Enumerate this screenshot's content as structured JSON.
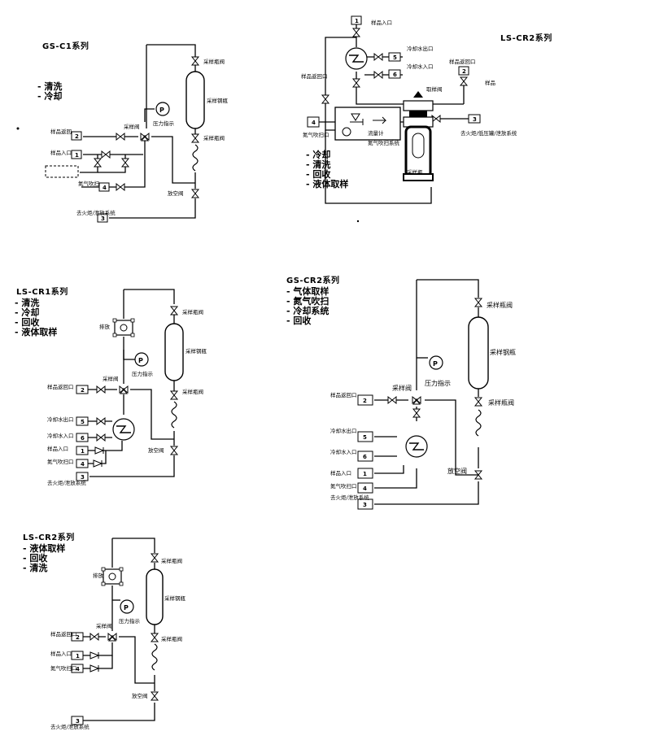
{
  "d1": {
    "title": "GS-C1系列",
    "features": [
      "- 清洗",
      "- 冷却"
    ],
    "labels": {
      "top_valve": "采样瓶阀",
      "vessel": "采样钢瓶",
      "bottom_valve": "采样瓶阀",
      "sampling_valve": "采样阀",
      "pressure": "压力指示",
      "sample_loop": "样品返回",
      "sample_in": "样品入口",
      "nitrogen": "氮气吹扫",
      "vent_valve": "放空阀",
      "flare": "去火炬/泄放系统"
    },
    "boxes": [
      "2",
      "1",
      "4",
      "3"
    ]
  },
  "d2": {
    "title": "LS-CR2系列",
    "features": [
      "- 冷却",
      "- 清洗",
      "- 回收",
      "- 液体取样"
    ],
    "labels": {
      "sample_in_top": "样品入口",
      "cool_out": "冷却水出口",
      "cool_in": "冷却水入口",
      "sample_return": "样品返回口",
      "sample_out_right": "样品返回口",
      "sampling_valve": "取样阀",
      "seal": "样品",
      "nitrogen_in": "氮气吹扫口",
      "nitrogen_sys": "氮气吹扫系统",
      "flowmeter": "流量计",
      "flare": "去火炬/低压罐/泄放系统",
      "bottle": "采样瓶"
    },
    "boxes": [
      "1",
      "5",
      "6",
      "2",
      "4",
      "3"
    ]
  },
  "d3": {
    "title": "LS-CR1系列",
    "features": [
      "- 清洗",
      "- 冷却",
      "- 回收",
      "- 液体取样"
    ],
    "labels": {
      "vent": "排放",
      "top_valve": "采样瓶阀",
      "vessel": "采样钢瓶",
      "pressure": "压力指示",
      "sampling_valve": "采样阀",
      "bottom_valve": "采样瓶阀",
      "sample_return": "样品返回口",
      "cool_out": "冷却水出口",
      "cool_in": "冷却水入口",
      "sample_in": "样品入口",
      "nitrogen": "氮气吹扫口",
      "vent_valve": "放空阀",
      "flare": "去火炬/泄放系统"
    },
    "boxes": [
      "2",
      "5",
      "6",
      "1",
      "4",
      "3"
    ]
  },
  "d4": {
    "title": "GS-CR2系列",
    "features": [
      "- 气体取样",
      "- 氮气吹扫",
      "- 冷却系统",
      "- 回收"
    ],
    "labels": {
      "top_valve": "采样瓶阀",
      "vessel": "采样钢瓶",
      "pressure": "压力指示",
      "sampling_valve": "采样阀",
      "bottom_valve": "采样瓶阀",
      "sample_return": "样品返回口",
      "cool_out": "冷却水出口",
      "cool_in": "冷却水入口",
      "sample_in": "样品入口",
      "nitrogen": "氮气吹扫口",
      "vent_valve": "放空阀",
      "flare": "去火炬/泄放系统"
    },
    "boxes": [
      "2",
      "5",
      "6",
      "1",
      "4",
      "3"
    ]
  },
  "d5": {
    "title": "LS-CR2系列",
    "features": [
      "- 液体取样",
      "- 回收",
      "- 清洗"
    ],
    "labels": {
      "vent": "排放",
      "top_valve": "采样瓶阀",
      "vessel": "采样钢瓶",
      "pressure": "压力指示",
      "sampling_valve": "采样阀",
      "bottom_valve": "采样瓶阀",
      "sample_return": "样品返回口",
      "sample_in": "样品入口",
      "nitrogen": "氮气吹扫口",
      "vent_valve": "放空阀",
      "flare": "去火炬/泄放系统"
    },
    "boxes": [
      "2",
      "1",
      "4",
      "3"
    ]
  }
}
